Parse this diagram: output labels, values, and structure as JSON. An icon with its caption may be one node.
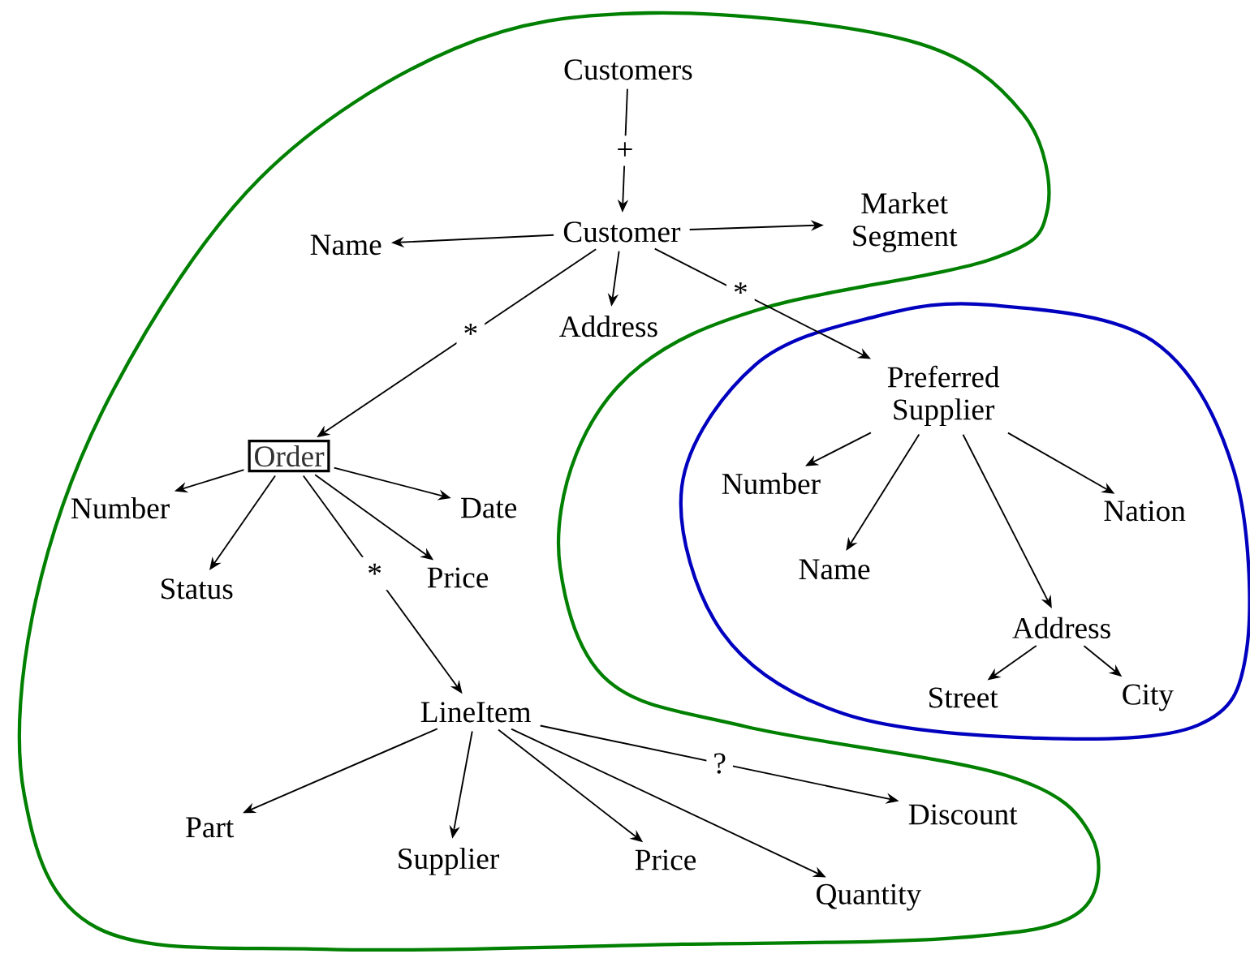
{
  "diagram": {
    "nodes": [
      {
        "text": [],
        "shape": "region"
      },
      {
        "text": [
          "Customers"
        ],
        "in": 0
      },
      {
        "text": [
          "Customer"
        ],
        "in": 0
      },
      {
        "text": [
          "Name"
        ],
        "in": 0
      },
      {
        "text": [
          "Market Segment"
        ],
        "in": 0
      },
      {
        "text": [
          "Address"
        ],
        "in": 0
      },
      {
        "text": [
          "Order"
        ],
        "in": 0
      },
      {
        "text": [
          "Number"
        ],
        "in": 0
      },
      {
        "text": [
          "Date"
        ],
        "in": 0
      },
      {
        "text": [
          "Status"
        ],
        "in": 0
      },
      {
        "text": [
          "Price"
        ],
        "in": 0
      },
      {
        "text": [
          "LineItem"
        ],
        "in": 0
      },
      {
        "text": [
          "Part"
        ],
        "in": 0
      },
      {
        "text": [
          "Supplier"
        ],
        "in": 0
      },
      {
        "text": [
          "Price"
        ],
        "in": 0
      },
      {
        "text": [
          "Quantity"
        ],
        "in": 0
      },
      {
        "text": [
          "Discount"
        ],
        "in": 0
      },
      {
        "text": [],
        "shape": "region"
      },
      {
        "text": [
          "Preferred Supplier"
        ],
        "in": 17
      },
      {
        "text": [
          "Number"
        ],
        "in": 17
      },
      {
        "text": [
          "Nation"
        ],
        "in": 17
      },
      {
        "text": [
          "Name"
        ],
        "in": 17
      },
      {
        "text": [
          "Address"
        ],
        "in": 17
      },
      {
        "text": [
          "Street"
        ],
        "in": 17
      },
      {
        "text": [
          "City"
        ],
        "in": 17
      }
    ],
    "edges": [
      {
        "from": 1,
        "to": 2,
        "arrow": "to",
        "label": "+"
      },
      {
        "from": 2,
        "to": 3,
        "arrow": "to"
      },
      {
        "from": 2,
        "to": 4,
        "arrow": "to"
      },
      {
        "from": 2,
        "to": 5,
        "arrow": "to"
      },
      {
        "from": 2,
        "to": 6,
        "arrow": "to",
        "label": "*"
      },
      {
        "from": 2,
        "to": 18,
        "arrow": "to",
        "label": "*"
      },
      {
        "from": 6,
        "to": 7,
        "arrow": "to"
      },
      {
        "from": 6,
        "to": 8,
        "arrow": "to"
      },
      {
        "from": 6,
        "to": 9,
        "arrow": "to"
      },
      {
        "from": 6,
        "to": 10,
        "arrow": "to"
      },
      {
        "from": 6,
        "to": 11,
        "arrow": "to",
        "label": "*"
      },
      {
        "from": 11,
        "to": 12,
        "arrow": "to"
      },
      {
        "from": 11,
        "to": 13,
        "arrow": "to"
      },
      {
        "from": 11,
        "to": 14,
        "arrow": "to"
      },
      {
        "from": 11,
        "to": 15,
        "arrow": "to"
      },
      {
        "from": 11,
        "to": 16,
        "arrow": "to",
        "label": "?"
      },
      {
        "from": 18,
        "to": 19,
        "arrow": "to"
      },
      {
        "from": 18,
        "to": 20,
        "arrow": "to"
      },
      {
        "from": 18,
        "to": 21,
        "arrow": "to"
      },
      {
        "from": 18,
        "to": 22,
        "arrow": "to"
      },
      {
        "from": 22,
        "to": 23,
        "arrow": "to"
      },
      {
        "from": 22,
        "to": 24,
        "arrow": "to"
      }
    ]
  }
}
